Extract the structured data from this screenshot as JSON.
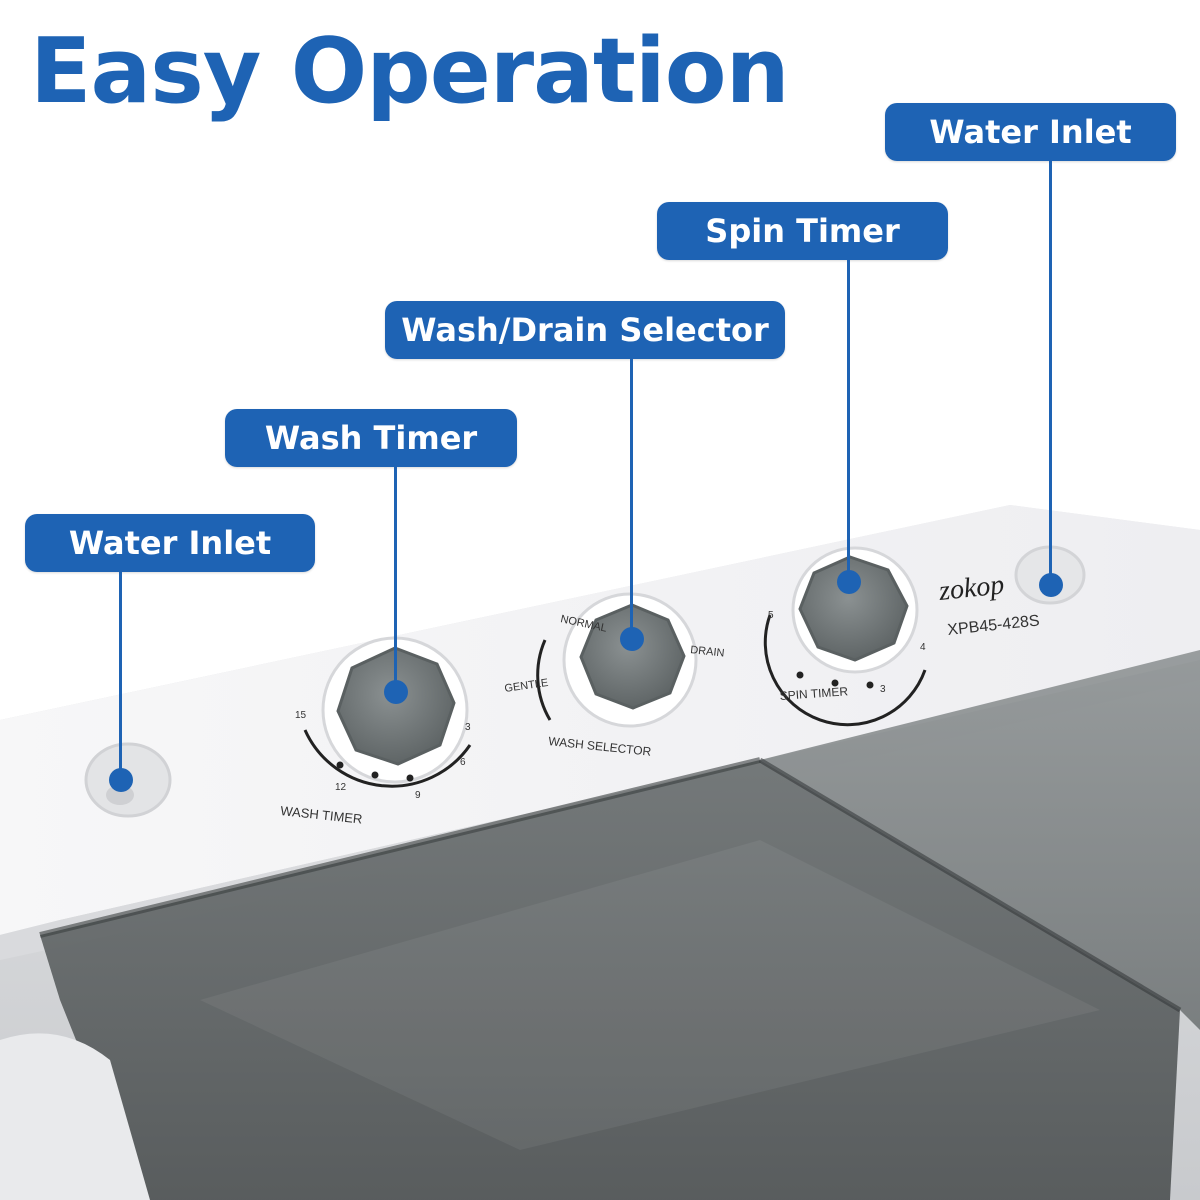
{
  "title": "Easy Operation",
  "callouts": [
    {
      "label": "Water Inlet"
    },
    {
      "label": "Wash Timer"
    },
    {
      "label": "Wash/Drain Selector"
    },
    {
      "label": "Spin Timer"
    },
    {
      "label": "Water Inlet"
    }
  ],
  "panel": {
    "brand": "zokop",
    "model": "XPB45-428S",
    "wash_timer_label": "WASH TIMER",
    "wash_selector_label": "WASH SELECTOR",
    "spin_timer_label": "SPIN TIMER",
    "selector_modes": [
      "NORMAL",
      "DRAIN",
      "GENTLE"
    ],
    "wash_timer_ticks": [
      "15",
      "12",
      "9",
      "6",
      "3"
    ],
    "spin_timer_ticks": [
      "5",
      "4",
      "3"
    ]
  },
  "colors": {
    "accent": "#1e63b4",
    "panel": "#f2f2f4",
    "lid": "#5d6163",
    "knob": "#6d7374"
  }
}
